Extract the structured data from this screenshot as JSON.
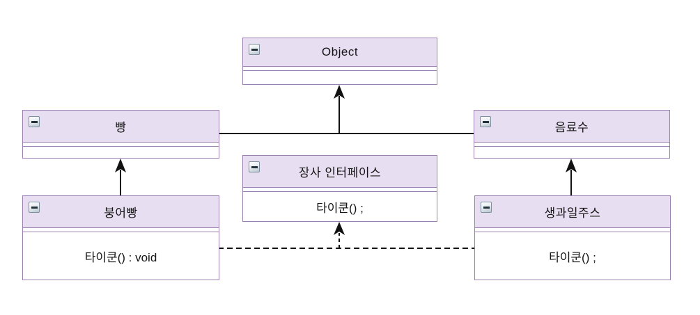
{
  "diagram": {
    "type": "uml-class-diagram",
    "classes": [
      {
        "id": "object",
        "name": "Object",
        "method": ""
      },
      {
        "id": "bread",
        "name": "빵",
        "method": ""
      },
      {
        "id": "beverage",
        "name": "음료수",
        "method": ""
      },
      {
        "id": "interface",
        "name": "장사 인터페이스",
        "method": "타이쿤() ;"
      },
      {
        "id": "fishbread",
        "name": "붕어빵",
        "method": "타이쿤() : void"
      },
      {
        "id": "juice",
        "name": "생과일주스",
        "method": "타이쿤() ;"
      }
    ],
    "relationships": [
      {
        "from": "빵",
        "to": "Object",
        "type": "generalization",
        "line": "solid-arrow"
      },
      {
        "from": "음료수",
        "to": "Object",
        "type": "generalization",
        "line": "solid-arrow"
      },
      {
        "from": "붕어빵",
        "to": "빵",
        "type": "generalization",
        "line": "solid-arrow"
      },
      {
        "from": "생과일주스",
        "to": "음료수",
        "type": "generalization",
        "line": "solid-arrow"
      },
      {
        "from": "붕어빵",
        "to": "장사 인터페이스",
        "type": "realization",
        "line": "dashed-arrow"
      },
      {
        "from": "생과일주스",
        "to": "장사 인터페이스",
        "type": "realization",
        "line": "dashed-arrow"
      }
    ],
    "icons": {
      "minimize": "minimize-icon"
    },
    "colors": {
      "header_fill": "#e7dff1",
      "box_border": "#9b7fae",
      "connector": "#111111",
      "background": "#ffffff"
    }
  }
}
